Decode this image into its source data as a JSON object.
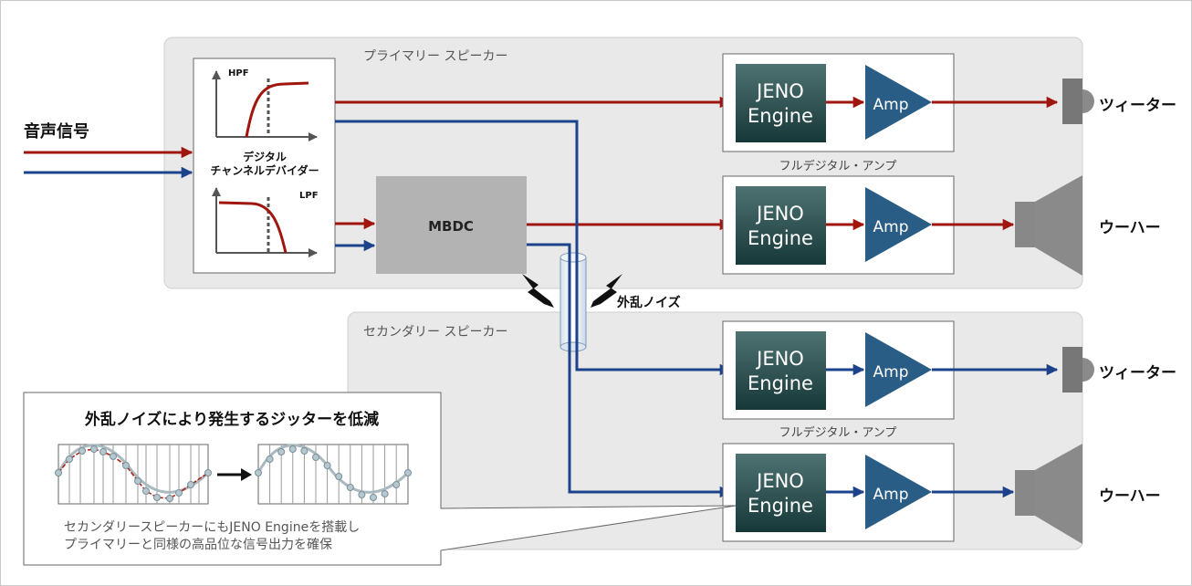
{
  "input": {
    "label": "音声信号"
  },
  "primary": {
    "title": "プライマリー スピーカー"
  },
  "secondary": {
    "title": "セカンダリー スピーカー"
  },
  "divider": {
    "hpf_label": "HPF",
    "lpf_label": "LPF",
    "label_line1": "デジタル",
    "label_line2": "チャンネルデバイダー"
  },
  "mbdc": {
    "label": "MBDC"
  },
  "engine": {
    "line1": "JENO",
    "line2": "Engine"
  },
  "amp": {
    "label": "Amp"
  },
  "amp_group_label": "フルデジタル・アンプ",
  "outputs": {
    "tweeter": "ツィーター",
    "woofer": "ウーハー"
  },
  "noise": {
    "label": "外乱ノイズ"
  },
  "callout": {
    "title": "外乱ノイズにより発生するジッターを低減",
    "line1": "セカンダリースピーカーにもJENO Engineを搭載し",
    "line2": "プライマリーと同様の高品位な信号出力を確保"
  },
  "colors": {
    "red_signal": "#a0160f",
    "blue_signal": "#1c428c",
    "amp_fill": "#2a5d86",
    "engine_top": "#4b6e6e",
    "engine_bottom": "#183a3a",
    "panel_fill": "#e9e9e9"
  }
}
